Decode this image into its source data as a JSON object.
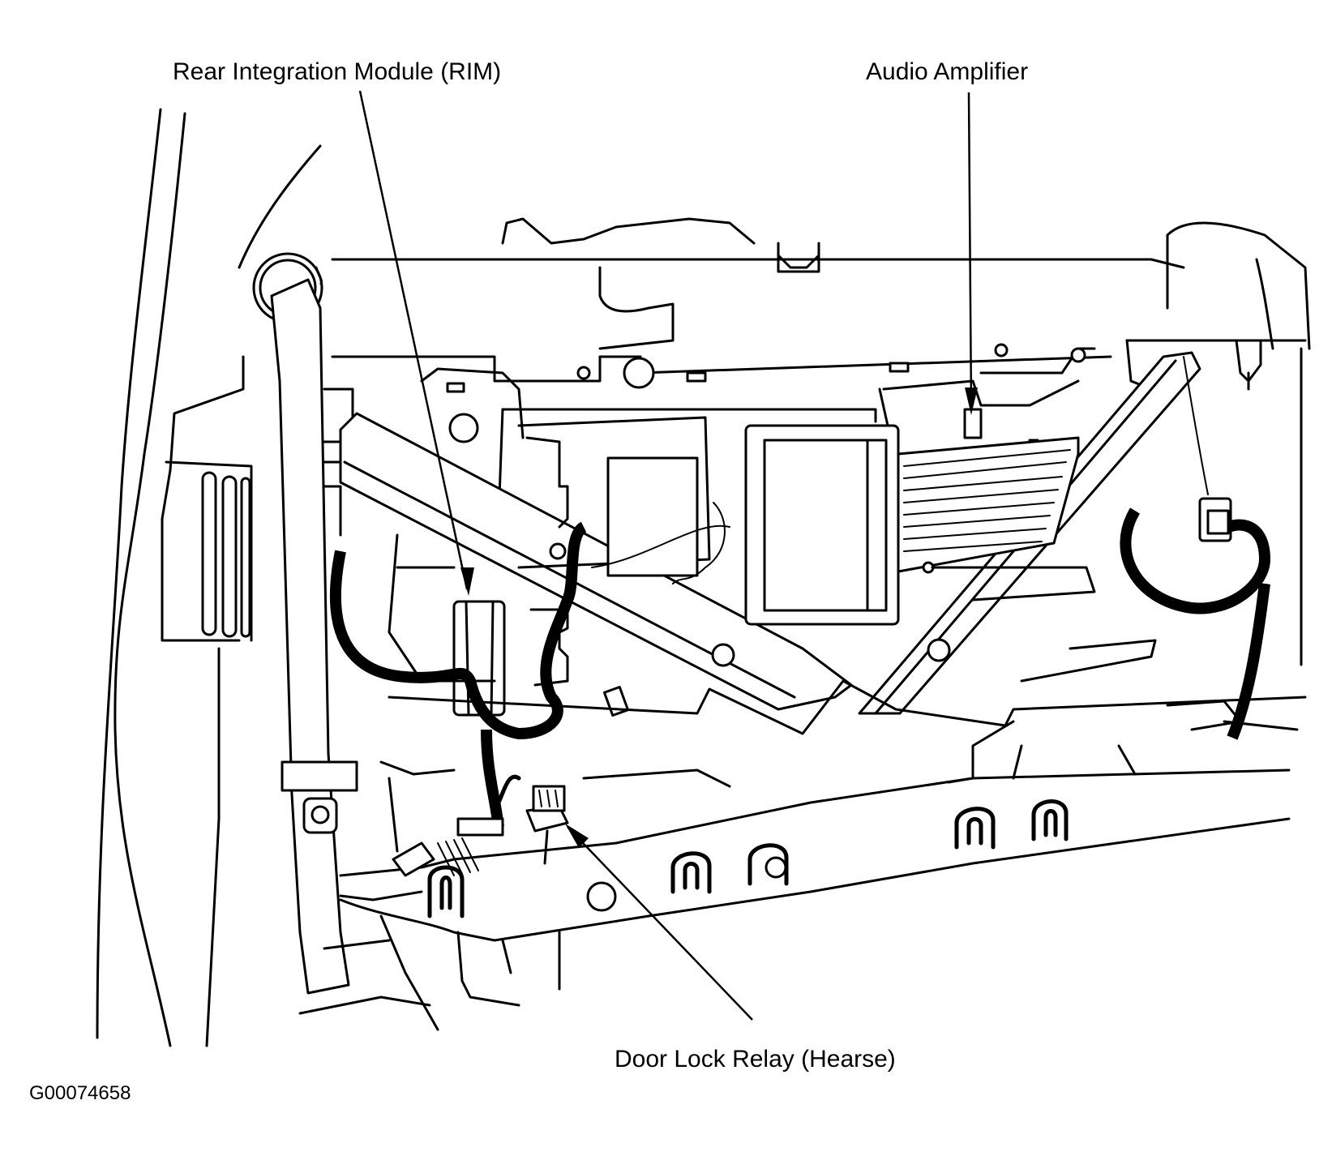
{
  "diagram": {
    "type": "component-locator",
    "callouts": [
      {
        "id": "rim",
        "label": "Rear Integration Module (RIM)"
      },
      {
        "id": "amp",
        "label": "Audio Amplifier"
      },
      {
        "id": "relay",
        "label": "Door Lock Relay (Hearse)"
      }
    ],
    "figure_id": "G00074658"
  },
  "colors": {
    "ink": "#000000",
    "paper": "#ffffff"
  }
}
